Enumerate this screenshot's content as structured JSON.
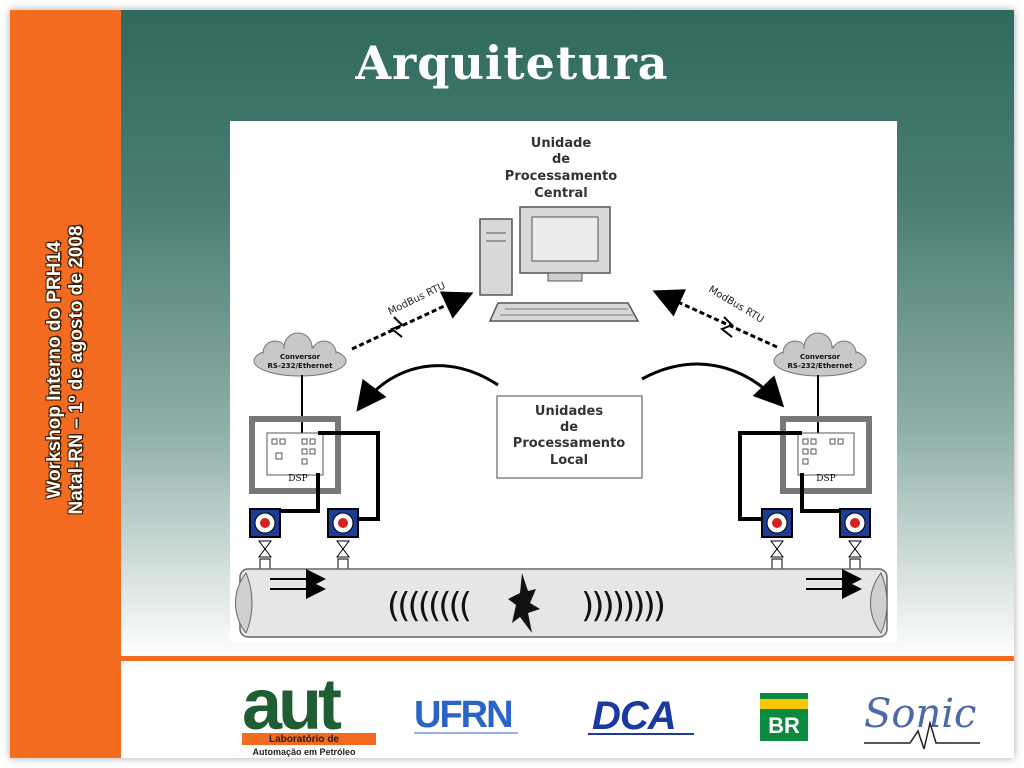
{
  "slide": {
    "title": "Arquitetura",
    "sidebar": {
      "line1": "Workshop Interno do PRH14",
      "line2": "Natal-RN – 1º de agosto de 2008"
    },
    "colors": {
      "accent_orange": "#f26b21",
      "header_green": "#2f6a5c"
    }
  },
  "diagram": {
    "central_unit": [
      "Unidade",
      "de",
      "Processamento",
      "Central"
    ],
    "local_units": [
      "Unidades",
      "de",
      "Processamento",
      "Local"
    ],
    "left_link": "ModBus RTU",
    "right_link": "ModBus RTU",
    "left_converter": [
      "Conversor",
      "RS-232/Ethernet"
    ],
    "right_converter": [
      "Conversor",
      "RS-232/Ethernet"
    ],
    "left_dsp": "DSP",
    "right_dsp": "DSP",
    "left_waves": "((((((((",
    "right_waves": "))))))))"
  },
  "footer": {
    "logos": [
      {
        "name": "aut",
        "main": "aut",
        "sub1": "Laboratório de",
        "sub2": "Automação em Petróleo"
      },
      {
        "name": "ufrn",
        "main": "UFRN"
      },
      {
        "name": "dca",
        "main": "DCA"
      },
      {
        "name": "br",
        "main": "BR"
      },
      {
        "name": "sonic",
        "main": "Sonic"
      }
    ]
  }
}
